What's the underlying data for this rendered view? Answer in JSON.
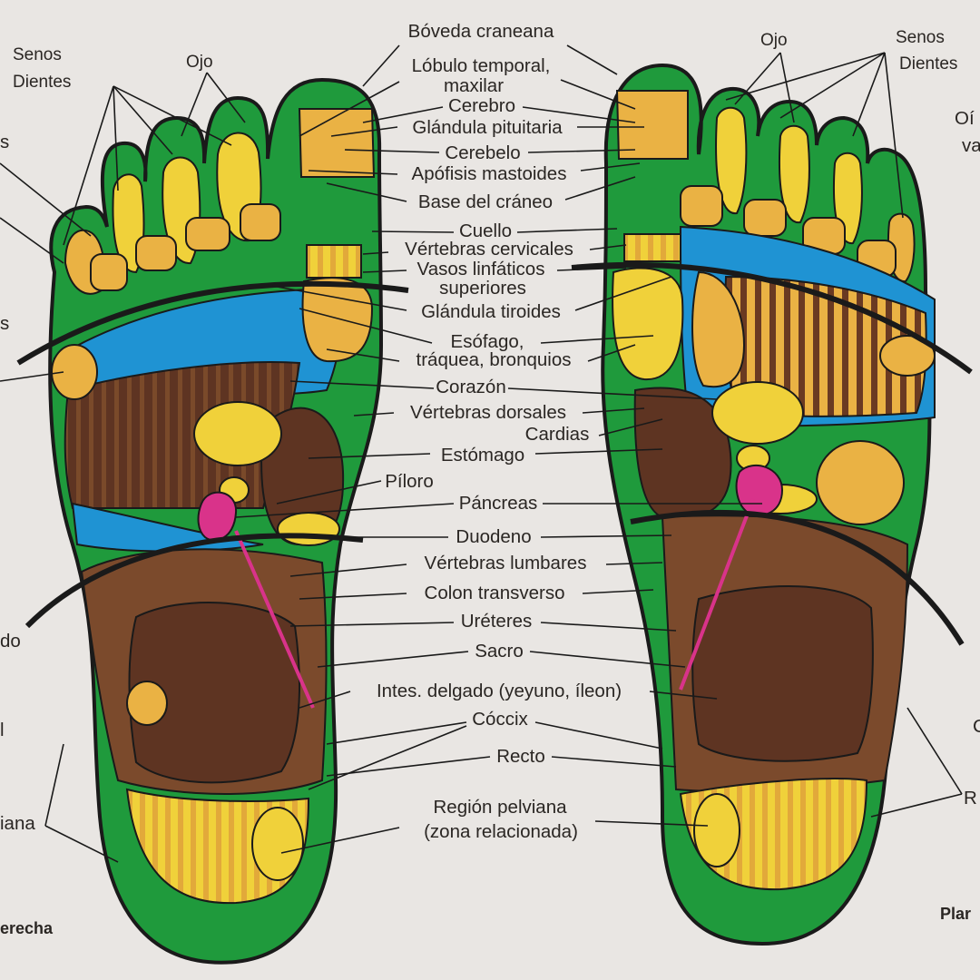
{
  "colors": {
    "background": "#e9e6e3",
    "outline": "#1a1a1a",
    "zone_green": "#1f9a3c",
    "zone_yellow": "#f0d13a",
    "zone_orange": "#eab244",
    "zone_blue": "#1f93d3",
    "zone_brown": "#5e3422",
    "zone_light_brown": "#7b4a2c",
    "zone_magenta": "#d9338a",
    "text": "#2a2623"
  },
  "labels": {
    "boveda": "Bóveda craneana",
    "lobulo_1": "Lóbulo temporal,",
    "lobulo_2": "maxilar",
    "cerebro": "Cerebro",
    "pituitaria": "Glándula pituitaria",
    "cerebelo": "Cerebelo",
    "mastoides": "Apófisis mastoides",
    "base_craneo": "Base del cráneo",
    "cuello": "Cuello",
    "cervicales": "Vértebras cervicales",
    "linfaticos_1": "Vasos linfáticos",
    "linfaticos_2": "superiores",
    "tiroides": "Glándula tiroides",
    "esofago_1": "Esófago,",
    "esofago_2": "tráquea, bronquios",
    "corazon": "Corazón",
    "dorsales": "Vértebras dorsales",
    "cardias": "Cardias",
    "estomago": "Estómago",
    "piloro": "Píloro",
    "pancreas": "Páncreas",
    "duodeno": "Duodeno",
    "lumbares": "Vértebras lumbares",
    "colon": "Colon transverso",
    "ureteres": "Uréteres",
    "sacro": "Sacro",
    "intestino": "Intes. delgado (yeyuno, íleon)",
    "coccix": "Cóccix",
    "recto": "Recto",
    "pelviana_1": "Región pelviana",
    "pelviana_2": "(zona relacionada)",
    "left_senos": "Senos",
    "left_dientes": "Dientes",
    "left_ojo": "Ojo",
    "right_ojo": "Ojo",
    "right_senos": "Senos",
    "right_dientes": "Dientes",
    "right_oi": "Oí",
    "right_va": "va",
    "left_s": "s",
    "left_s2": "s",
    "left_do": "do",
    "left_l": "l",
    "left_iana": "iana",
    "left_caption": "erecha",
    "right_caption": "Plar",
    "right_c": "C",
    "right_r": "R"
  }
}
